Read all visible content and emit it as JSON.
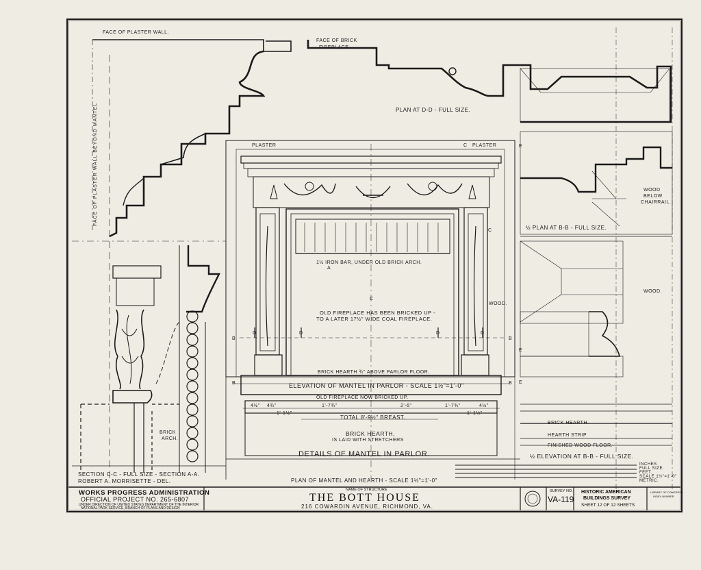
{
  "drawing": {
    "labels": {
      "face_plaster_wall": "FACE OF PLASTER WALL.",
      "face_plaster_wall_beyond": "FACE OF PLASTER WALL BEYOND MANTEL",
      "face_brick_fireplace_1": "FACE OF BRICK",
      "face_brick_fireplace_2": "FIREPLACE.",
      "plan_dd": "PLAN AT D-D - FULL SIZE.",
      "plaster_left": "PLASTER",
      "plaster_right": "PLASTER",
      "c_top": "C",
      "c_mid": "C",
      "c_right": "C",
      "iron_bar": "1½ IRON BAR, UNDER OLD BRICK ARCH.",
      "a_mark": "A",
      "old_fireplace_1": "OLD FIREPLACE HAS BEEN BRICKED UP -",
      "old_fireplace_2": "TO A LATER 17½\" WIDE COAL FIREPLACE.",
      "wood_mid": "WOOD.",
      "wood_right": "WOOD.",
      "wood_below_chairrail_1": "WOOD",
      "wood_below_chairrail_2": "BELOW",
      "wood_below_chairrail_3": "CHAIRRAIL.",
      "half_plan_bb": "½ PLAN AT B-B - FULL SIZE.",
      "brick_hearth_above": "BRICK HEARTH ¾\" ABOVE PARLOR FLOOR.",
      "elevation_mantel": "ELEVATION OF MANTEL IN PARLOR - SCALE 1½\"=1'-0\"",
      "old_fireplace_bricked": "OLD FIREPLACE NOW BRICKED UP.",
      "total_breast": "TOTAL 8'-9½\" BREAST.",
      "brick_hearth_1": "BRICK HEARTH,",
      "brick_hearth_2": "IS LAID WITH STRETCHERS",
      "details_mantel": "DETAILS OF MANTEL IN PARLOR.",
      "plan_mantel_hearth": "PLAN OF MANTEL AND HEARTH - SCALE 1½\"=1'-0\"",
      "brick_arch_1": "BRICK",
      "brick_arch_2": "ARCH.",
      "section_cc": "SECTION C-C - FULL SIZE - SECTION A-A.",
      "morrisette": "ROBERT A. MORRISETTE - DEL.",
      "brick_hearth_r": "BRICK HEARTH.",
      "hearth_strip": "HEARTH STRIP",
      "finished_floor": "FINISHED WOOD FLOOR.",
      "half_elev_bb": "½ ELEVATION AT B-B - FULL SIZE.",
      "dim_a": "4½\"",
      "dim_b": "4¾\"",
      "dim_c": "1'-7¾\"",
      "dim_d": "2'-6\"",
      "dim_e": "1'-7¾\"",
      "dim_f": "4½\"",
      "dim_g": "1'-1½\"",
      "dim_h": "1'-1½\"",
      "b_left": "B",
      "b_right": "B",
      "b_left2": "B",
      "b_right2": "B",
      "d1": "D",
      "d2": "D",
      "d3": "D",
      "d4": "D",
      "e1": "E",
      "e2": "E",
      "e3": "E"
    },
    "scale_bar": {
      "inches": "INCHES",
      "full_size": "FULL SIZE.",
      "feet": "FEET.",
      "scale": "SCALE 1½\"=1'-0\"",
      "metric": "METRIC."
    }
  },
  "title_block": {
    "agency": "WORKS PROGRESS ADMINISTRATION",
    "project": "OFFICIAL PROJECT NO. 265-6807",
    "under_1": "UNDER DIRECTION OF UNITED STATES DEPARTMENT OF THE INTERIOR",
    "under_2": "NATIONAL PARK SERVICE, BRANCH OF PLANS AND DESIGN",
    "name_label": "NAME OF STRUCTURE",
    "name": "THE BOTT HOUSE",
    "address": "216 COWARDIN AVENUE, RICHMOND, VA.",
    "survey_label": "SURVEY NO.",
    "survey_no": "VA-119",
    "habs_1": "HISTORIC AMERICAN",
    "habs_2": "BUILDINGS SURVEY",
    "sheet": "SHEET 12 OF 12 SHEETS",
    "loc_1": "LIBRARY OF CONGRESS",
    "loc_2": "INDEX NUMBER"
  }
}
